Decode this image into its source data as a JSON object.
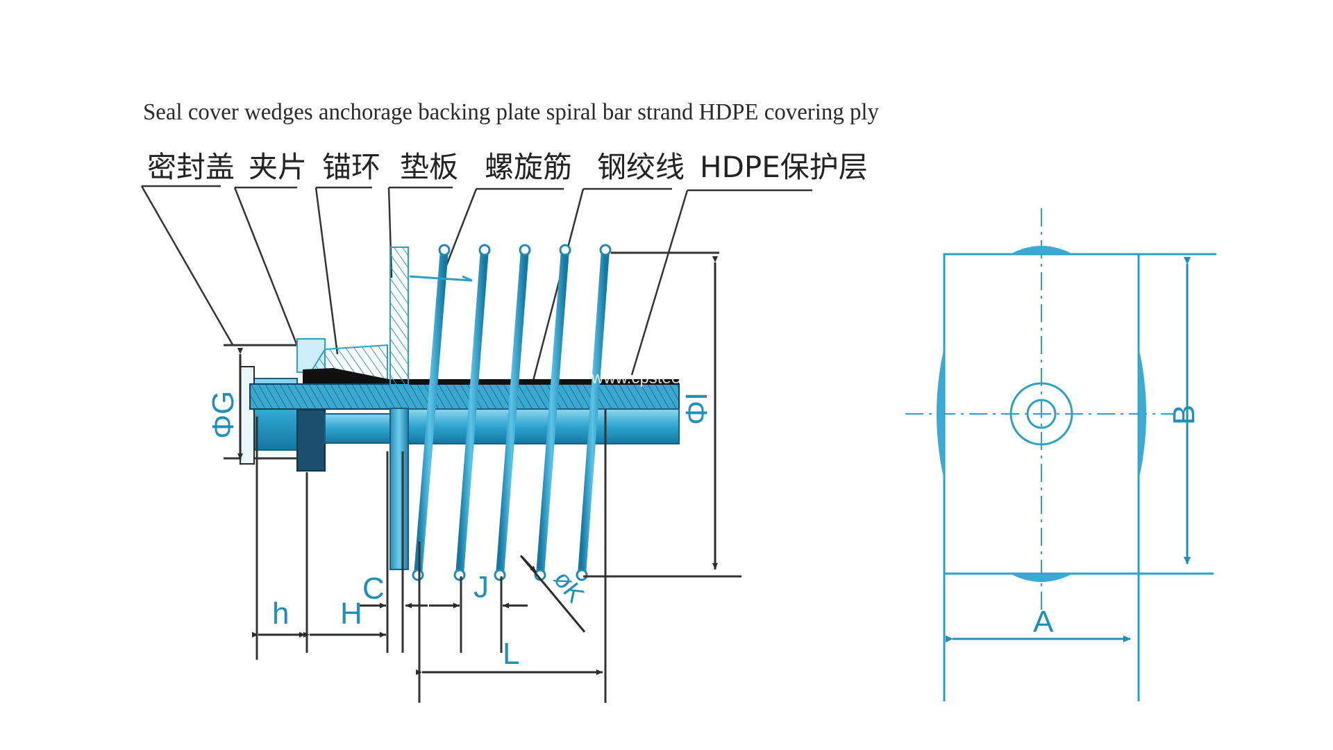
{
  "title_english": "Seal cover  wedges  anchorage  backing plate  spiral bar  strand  HDPE covering ply",
  "components": [
    {
      "label_cn": "密封盖"
    },
    {
      "label_cn": "夹片"
    },
    {
      "label_cn": "锚环"
    },
    {
      "label_cn": "垫板"
    },
    {
      "label_cn": "螺旋筋"
    },
    {
      "label_cn": "钢绞线"
    },
    {
      "label_cn": "HDPE保护层"
    }
  ],
  "dimensions": {
    "phi_g": "ΦG",
    "phi_i": "ΦI",
    "h": "h",
    "H": "H",
    "C": "C",
    "J": "J",
    "phi_k": "øK",
    "L": "L",
    "A": "A",
    "B": "B"
  },
  "watermark": "www.cpsteelwire.com",
  "colors": {
    "accent": "#2aa0c8",
    "dark": "#1a4f6e",
    "black": "#111111",
    "hatch": "#5bb7d6"
  }
}
